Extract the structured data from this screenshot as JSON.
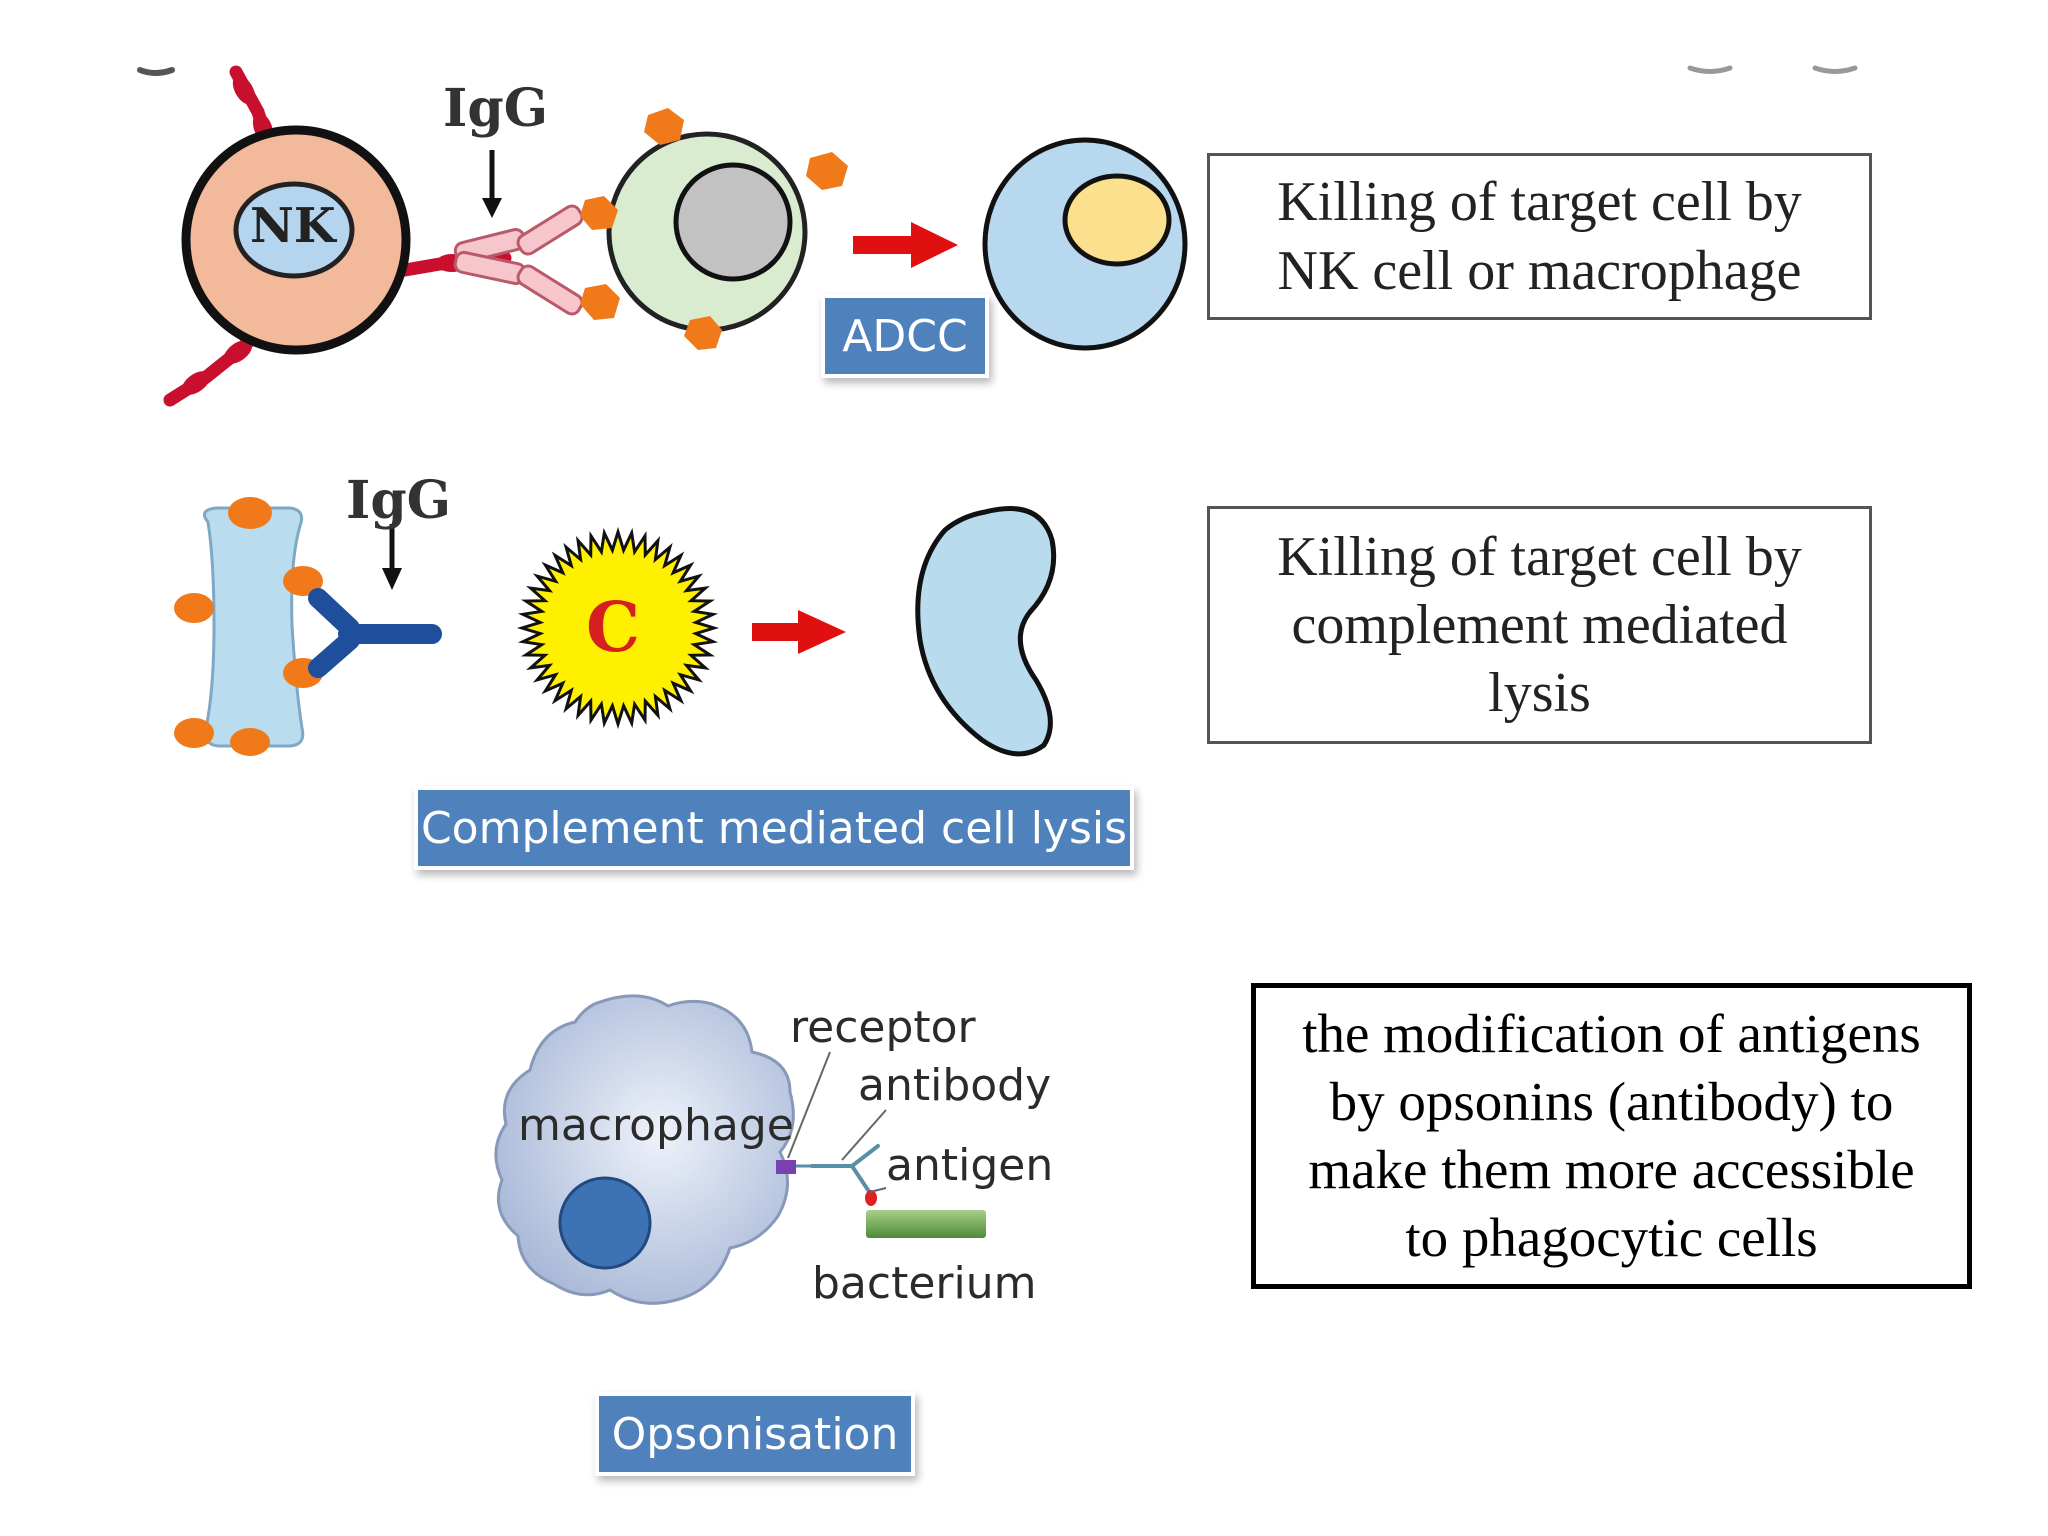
{
  "panels": {
    "adcc": {
      "antibody_label": "IgG",
      "cell_label": "NK",
      "tag": "ADCC",
      "description": [
        "Killing of target cell by",
        "NK cell or macrophage"
      ]
    },
    "complement": {
      "antibody_label": "IgG",
      "complement_label": "C",
      "tag": "Complement mediated cell lysis",
      "description": [
        "Killing of target cell by",
        "complement mediated",
        "lysis"
      ]
    },
    "opsonisation": {
      "labels": {
        "receptor": "receptor",
        "antibody": "antibody",
        "macrophage": "macrophage",
        "antigen": "antigen",
        "bacterium": "bacterium"
      },
      "tag": "Opsonisation",
      "description": [
        "the modification of antigens",
        "by opsonins (antibody)  to",
        "make them more accessible",
        "to phagocytic cells"
      ]
    }
  },
  "colors": {
    "tag_blue": "#4f81bd",
    "arrow_red": "#e01010",
    "nk_cell": "#f2b99a",
    "target_cell": "#d9ecd0",
    "lysed_cell": "#b8d8ef",
    "complement_star": "#fff000",
    "macrophage": "#c8d4ea",
    "nucleus_blue": "#3d72b4"
  }
}
